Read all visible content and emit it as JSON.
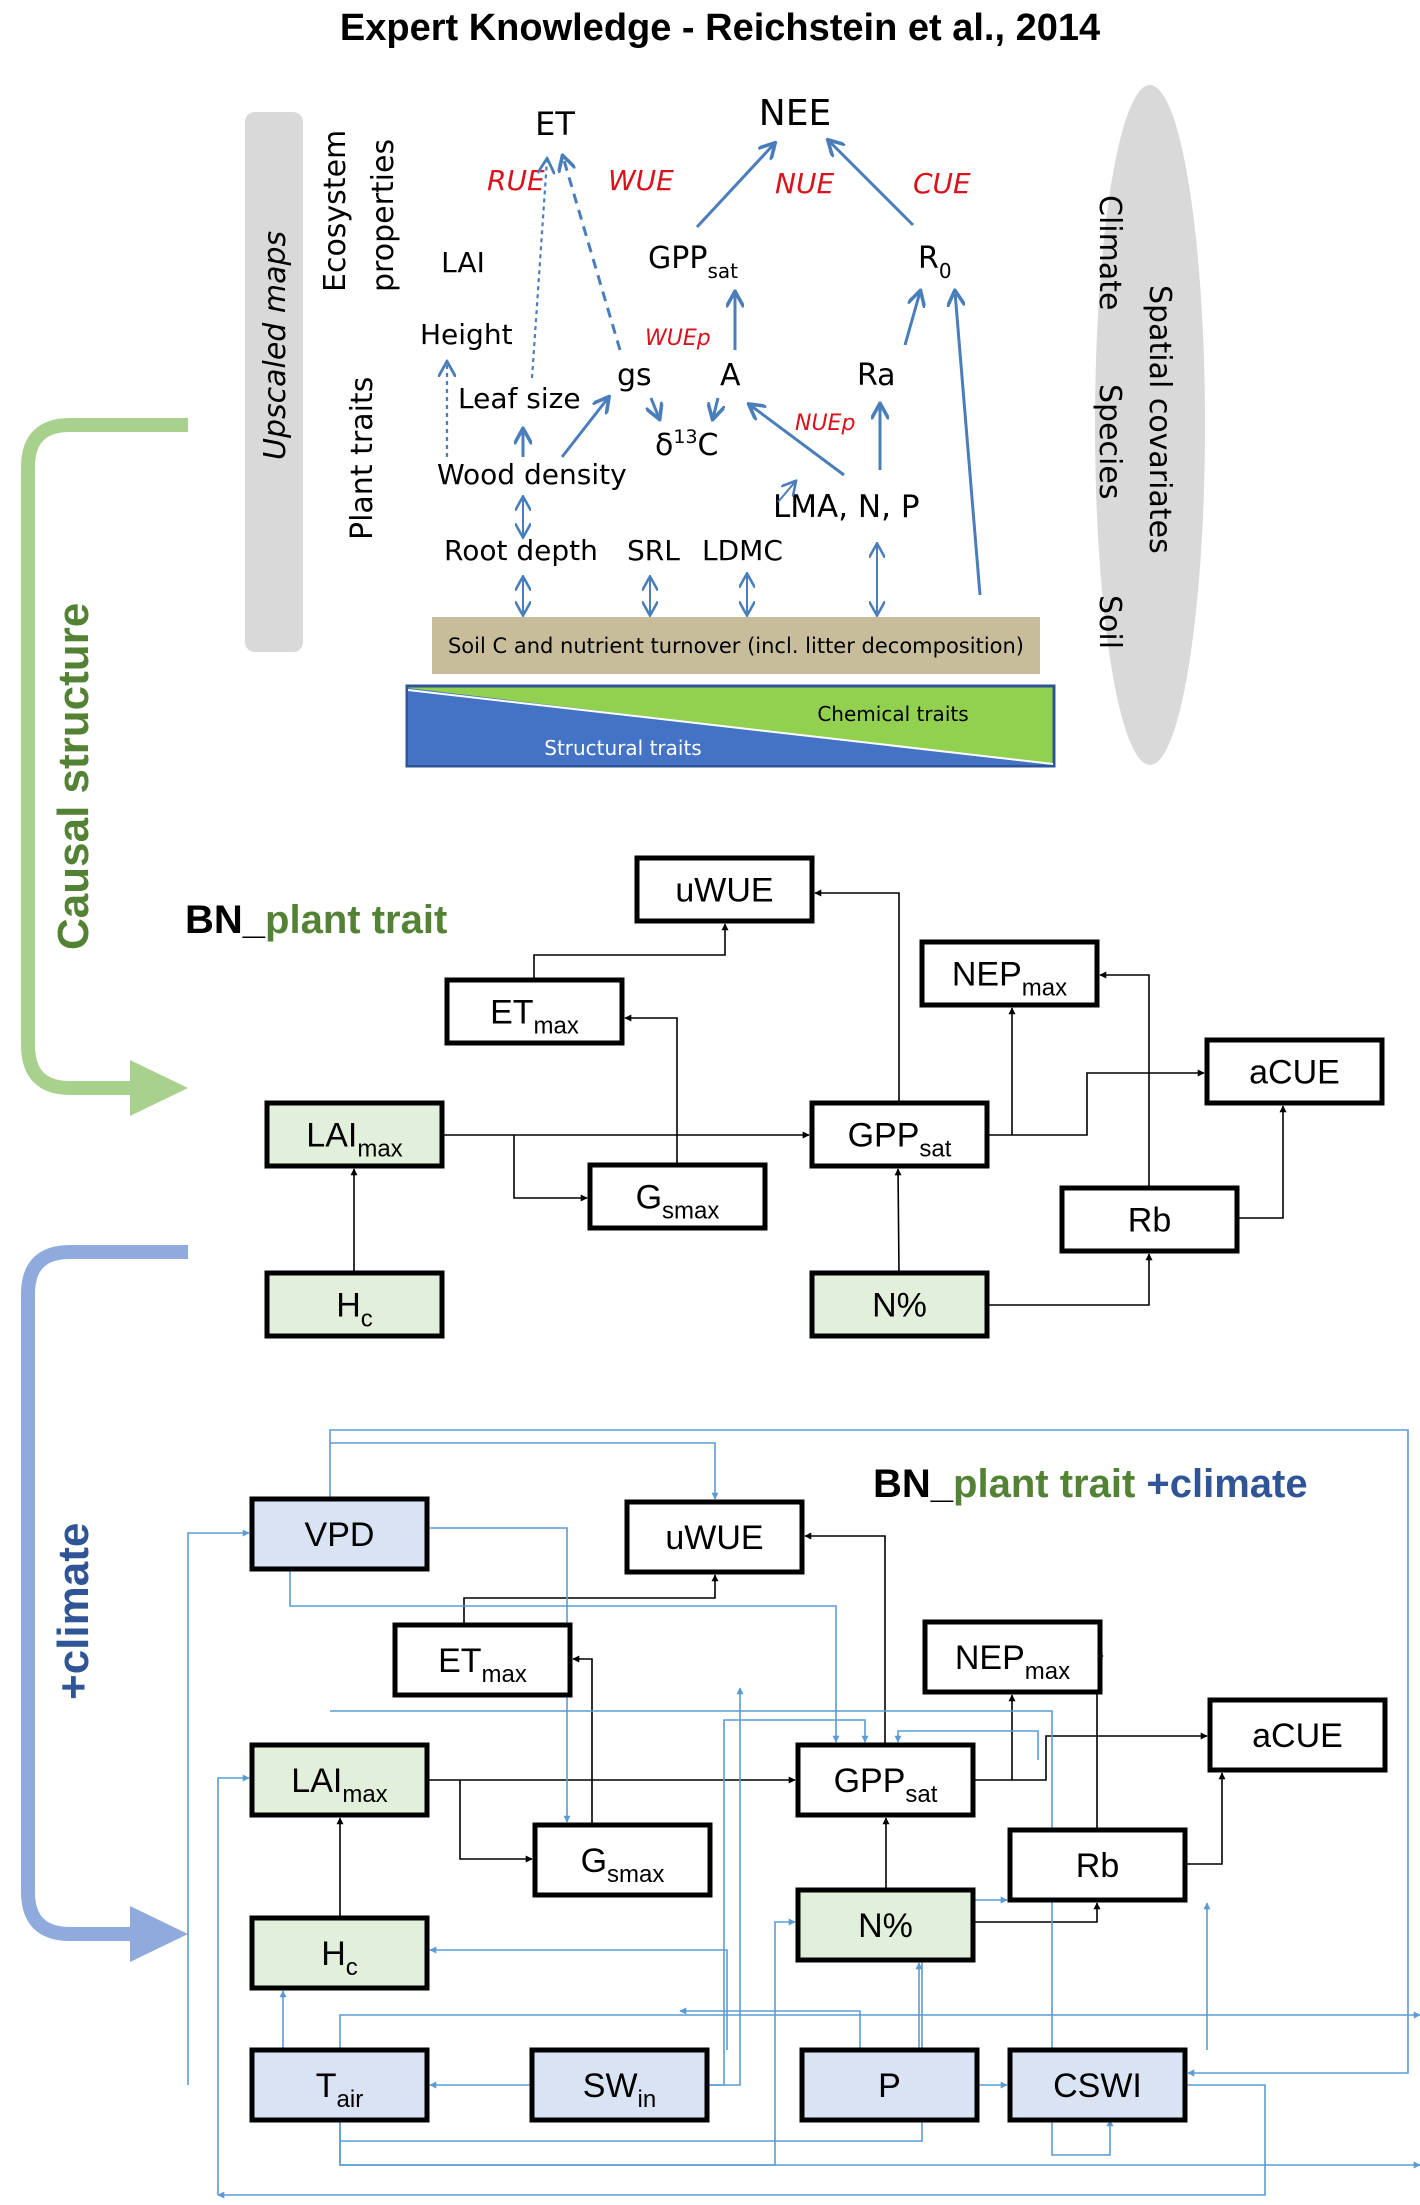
{
  "title": "Expert Knowledge - Reichstein et al., 2014",
  "colors": {
    "green_dark": "#548235",
    "green_light_arrow": "#a9d18e",
    "blue_dark": "#2f5597",
    "blue_light_arrow": "#8faadc",
    "trait_node_fill": "#e2efda",
    "climate_node_fill": "#dae3f3",
    "edge_blue": "#5b9bd5",
    "expert_arrow": "#4a7ebb",
    "efficiency_red": "#d9121c",
    "soil_box": "#c8bd9b",
    "structural": "#4472c4",
    "chemical": "#92d050",
    "pill_gray": "#d9d9d9"
  },
  "expert": {
    "upscaled_maps": "Upscaled maps",
    "ecosystem_properties": [
      "Ecosystem",
      "properties"
    ],
    "plant_traits": "Plant traits",
    "spatial_covariates": "Spatial covariates",
    "covariates": [
      "Climate",
      "Species",
      "Soil"
    ],
    "nodes": {
      "et": "ET",
      "nee": "NEE",
      "lai": "LAI",
      "gpp": "GPP",
      "gpp_sub": "sat",
      "r0": "R",
      "r0_sub": "0",
      "height": "Height",
      "gs": "gs",
      "a": "A",
      "ra": "Ra",
      "leaf_size": "Leaf size",
      "d13c_delta": "δ",
      "d13c_sup": "13",
      "d13c_c": "C",
      "wood_density": "Wood density",
      "lma": "LMA, N, P",
      "root_depth": "Root depth",
      "srl": "SRL",
      "ldmc": "LDMC"
    },
    "efficiencies": {
      "rue": "RUE",
      "wue": "WUE",
      "nue": "NUE",
      "cue": "CUE",
      "wuep": "WUEp",
      "nuep": "NUEp"
    },
    "soil_box": "Soil C and nutrient turnover (incl. litter decomposition)",
    "chemical_traits": "Chemical traits",
    "structural_traits": "Structural traits"
  },
  "arrows": {
    "causal_structure": "Causal structure",
    "climate": "+climate"
  },
  "bn1": {
    "title_prefix": "BN_",
    "title_main": "plant trait",
    "nodes": {
      "uwue": {
        "main": "uWUE",
        "sub": ""
      },
      "et": {
        "main": "ET",
        "sub": "max"
      },
      "nep": {
        "main": "NEP",
        "sub": "max"
      },
      "acue": {
        "main": "aCUE",
        "sub": ""
      },
      "lai": {
        "main": "LAI",
        "sub": "max"
      },
      "gpp": {
        "main": "GPP",
        "sub": "sat"
      },
      "gs": {
        "main": "G",
        "sub": "smax"
      },
      "rb": {
        "main": "Rb",
        "sub": ""
      },
      "hc": {
        "main": "H",
        "sub": "c"
      },
      "n": {
        "main": "N%",
        "sub": ""
      }
    }
  },
  "bn2": {
    "title_prefix": "BN_",
    "title_main": "plant trait",
    "title_suffix": " +climate",
    "nodes": {
      "vpd": {
        "main": "VPD",
        "sub": ""
      },
      "uwue": {
        "main": "uWUE",
        "sub": ""
      },
      "et": {
        "main": "ET",
        "sub": "max"
      },
      "nep": {
        "main": "NEP",
        "sub": "max"
      },
      "acue": {
        "main": "aCUE",
        "sub": ""
      },
      "lai": {
        "main": "LAI",
        "sub": "max"
      },
      "gpp": {
        "main": "GPP",
        "sub": "sat"
      },
      "gs": {
        "main": "G",
        "sub": "smax"
      },
      "rb": {
        "main": "Rb",
        "sub": ""
      },
      "hc": {
        "main": "H",
        "sub": "c"
      },
      "n": {
        "main": "N%",
        "sub": ""
      },
      "tair": {
        "main": "T",
        "sub": "air"
      },
      "swin": {
        "main": "SW",
        "sub": "in"
      },
      "p": {
        "main": "P",
        "sub": ""
      },
      "cswi": {
        "main": "CSWI",
        "sub": ""
      }
    }
  }
}
